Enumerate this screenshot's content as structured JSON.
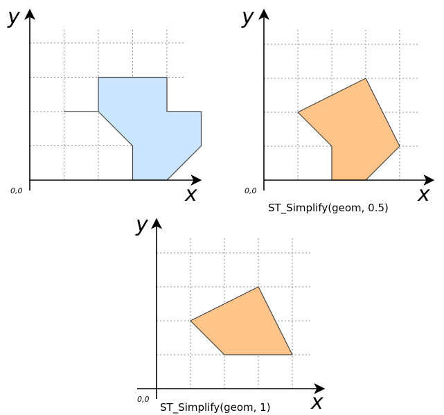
{
  "colors": {
    "original_fill": "#cce5ff",
    "simplified_fill": "#ffc48a",
    "outline": "#444444",
    "grid": "#888888",
    "axis": "#000000"
  },
  "panels": [
    {
      "name": "original",
      "x_label": "x",
      "y_label": "y",
      "origin_label": "0,0",
      "caption": "",
      "fill": "original_fill",
      "polygon": [
        [
          2,
          2
        ],
        [
          3,
          1
        ],
        [
          3,
          0
        ],
        [
          4,
          0
        ],
        [
          5,
          1
        ],
        [
          5,
          2
        ],
        [
          4,
          2
        ],
        [
          4,
          3
        ],
        [
          2,
          3
        ],
        [
          2,
          2
        ],
        [
          1,
          2
        ]
      ]
    },
    {
      "name": "simplify-0-5",
      "x_label": "x",
      "y_label": "y",
      "origin_label": "0,0",
      "caption": "ST_Simplify(geom, 0.5)",
      "fill": "simplified_fill",
      "polygon": [
        [
          1,
          2
        ],
        [
          3,
          3
        ],
        [
          4,
          1
        ],
        [
          3,
          0
        ],
        [
          2,
          0
        ],
        [
          2,
          1
        ]
      ]
    },
    {
      "name": "simplify-1",
      "x_label": "x",
      "y_label": "y",
      "origin_label": "0,0",
      "caption": "ST_Simplify(geom, 1)",
      "fill": "simplified_fill",
      "polygon": [
        [
          1,
          2
        ],
        [
          3,
          3
        ],
        [
          4,
          1
        ],
        [
          2,
          1
        ]
      ]
    }
  ]
}
